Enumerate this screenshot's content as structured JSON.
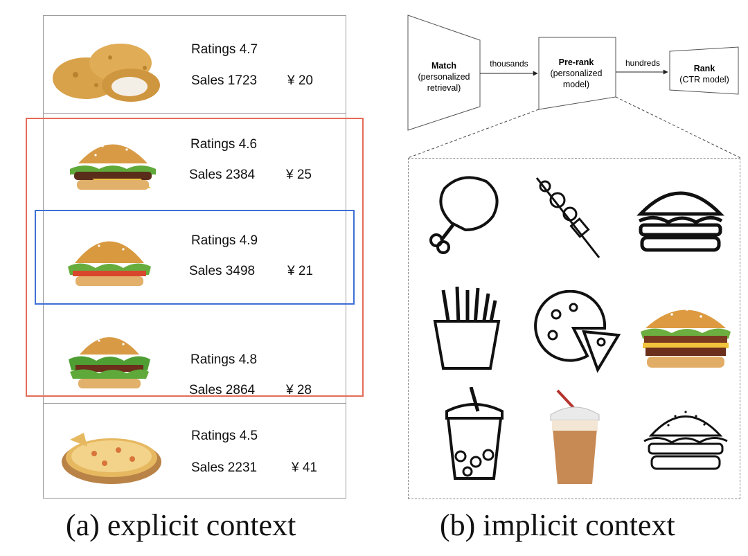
{
  "explicit": {
    "items": [
      {
        "food": "chicken-nuggets",
        "rating": "Ratings 4.7",
        "sales": "Sales 1723",
        "price": "¥ 20"
      },
      {
        "food": "burger",
        "rating": "Ratings 4.6",
        "sales": "Sales 2384",
        "price": "¥ 25"
      },
      {
        "food": "burger",
        "rating": "Ratings 4.9",
        "sales": "Sales 3498",
        "price": "¥ 21"
      },
      {
        "food": "burger",
        "rating": "Ratings 4.8",
        "sales": "Sales 2864",
        "price": "¥ 28"
      },
      {
        "food": "pizza",
        "rating": "Ratings 4.5",
        "sales": "Sales 2231",
        "price": "¥ 41"
      }
    ],
    "caption": "(a) explicit context"
  },
  "pipeline": {
    "stages": [
      {
        "title": "Match",
        "subtitle1": "(personalized",
        "subtitle2": "retrieval)"
      },
      {
        "title": "Pre-rank",
        "subtitle1": "(personalized",
        "subtitle2": "model)"
      },
      {
        "title": "Rank",
        "subtitle1": "(CTR model)",
        "subtitle2": ""
      }
    ],
    "arrows": [
      "thousands",
      "hundreds"
    ]
  },
  "implicit": {
    "items": [
      "chicken-leg-icon",
      "skewer-icon",
      "burger-line-icon",
      "fries-icon",
      "pizza-line-icon",
      "burger-photo",
      "bubble-tea-icon",
      "iced-coffee-photo",
      "burger-outline-icon"
    ],
    "caption": "(b) implicit context"
  },
  "colors": {
    "red_box": "#e46b58",
    "blue_box": "#3e6fd6",
    "border": "#9a9a9a"
  }
}
